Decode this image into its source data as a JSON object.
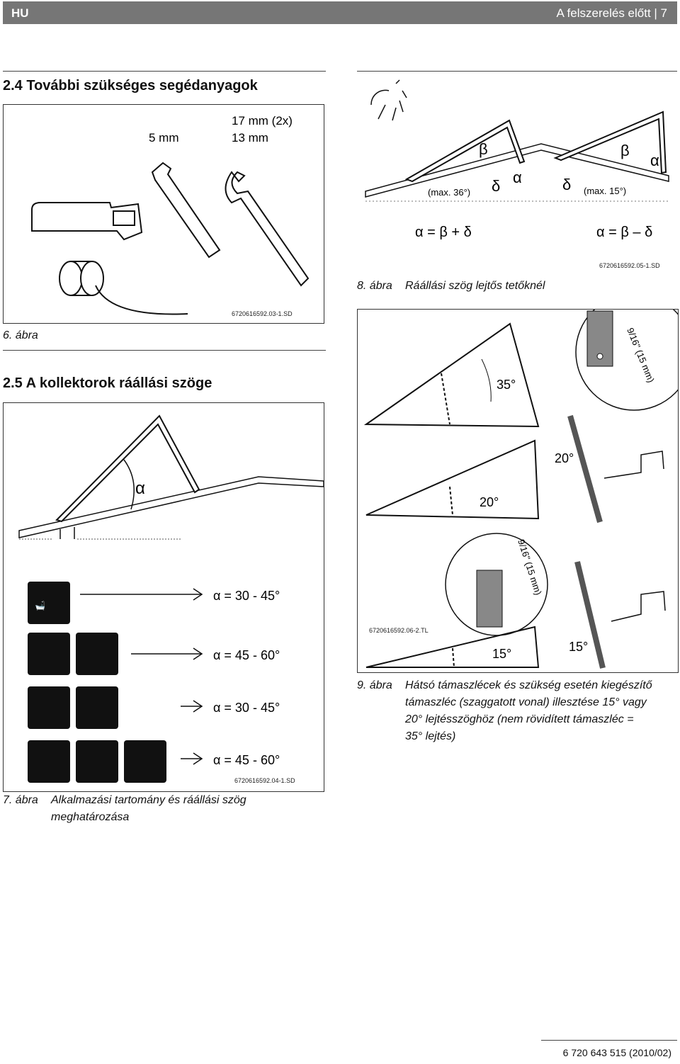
{
  "header": {
    "lang": "HU",
    "title": "A felszerelés előtt | 7"
  },
  "section_2_4": {
    "title": "2.4  További szükséges segédanyagok",
    "size_5mm": "5 mm",
    "size_17mm": "17 mm (2x)",
    "size_13mm": "13 mm",
    "code": "6720616592.03-1.SD",
    "caption_num": "6. ábra",
    "caption_text": ""
  },
  "section_2_5": {
    "title": "2.5  A kollektorok ráállási szöge",
    "alpha": "α",
    "rows": [
      {
        "formula": "α = 30 - 45°"
      },
      {
        "formula": "α = 45 - 60°"
      },
      {
        "formula": "α = 30 - 45°"
      },
      {
        "formula": "α = 45 - 60°"
      }
    ],
    "code": "6720616592.04-1.SD",
    "caption_num": "7. ábra",
    "caption_line1": "Alkalmazási tartomány és ráállási szög",
    "caption_line2": "meghatározása"
  },
  "fig8": {
    "beta1": "β",
    "alpha1": "α",
    "delta1": "δ",
    "max1": "(max. 36°)",
    "beta2": "β",
    "alpha2": "α",
    "delta2": "δ",
    "max2": "(max. 15°)",
    "formula1": "α = β + δ",
    "formula2": "α = β – δ",
    "code": "6720616592.05-1.SD",
    "caption_num": "8. ábra",
    "caption_text": "Ráállási szög lejtős tetőknél"
  },
  "fig9": {
    "angle35": "35°",
    "angle20a": "20°",
    "angle20b": "20°",
    "angle15a": "15°",
    "angle15b": "15°",
    "measure1": "9/16\" (15 mm)",
    "measure2": "9/16\" (15 mm)",
    "code": "6720616592.06-2.TL",
    "caption_num": "9. ábra",
    "caption_line1": "Hátsó támaszlécek és szükség esetén kiegészítő",
    "caption_line2": "támaszléc (szaggatott vonal) illesztése 15° vagy",
    "caption_line3": "20° lejtésszöghöz (nem rövidített támaszléc =",
    "caption_line4": "35° lejtés)"
  },
  "footer": {
    "doc_number": "6 720 643 515 (2010/02)"
  }
}
